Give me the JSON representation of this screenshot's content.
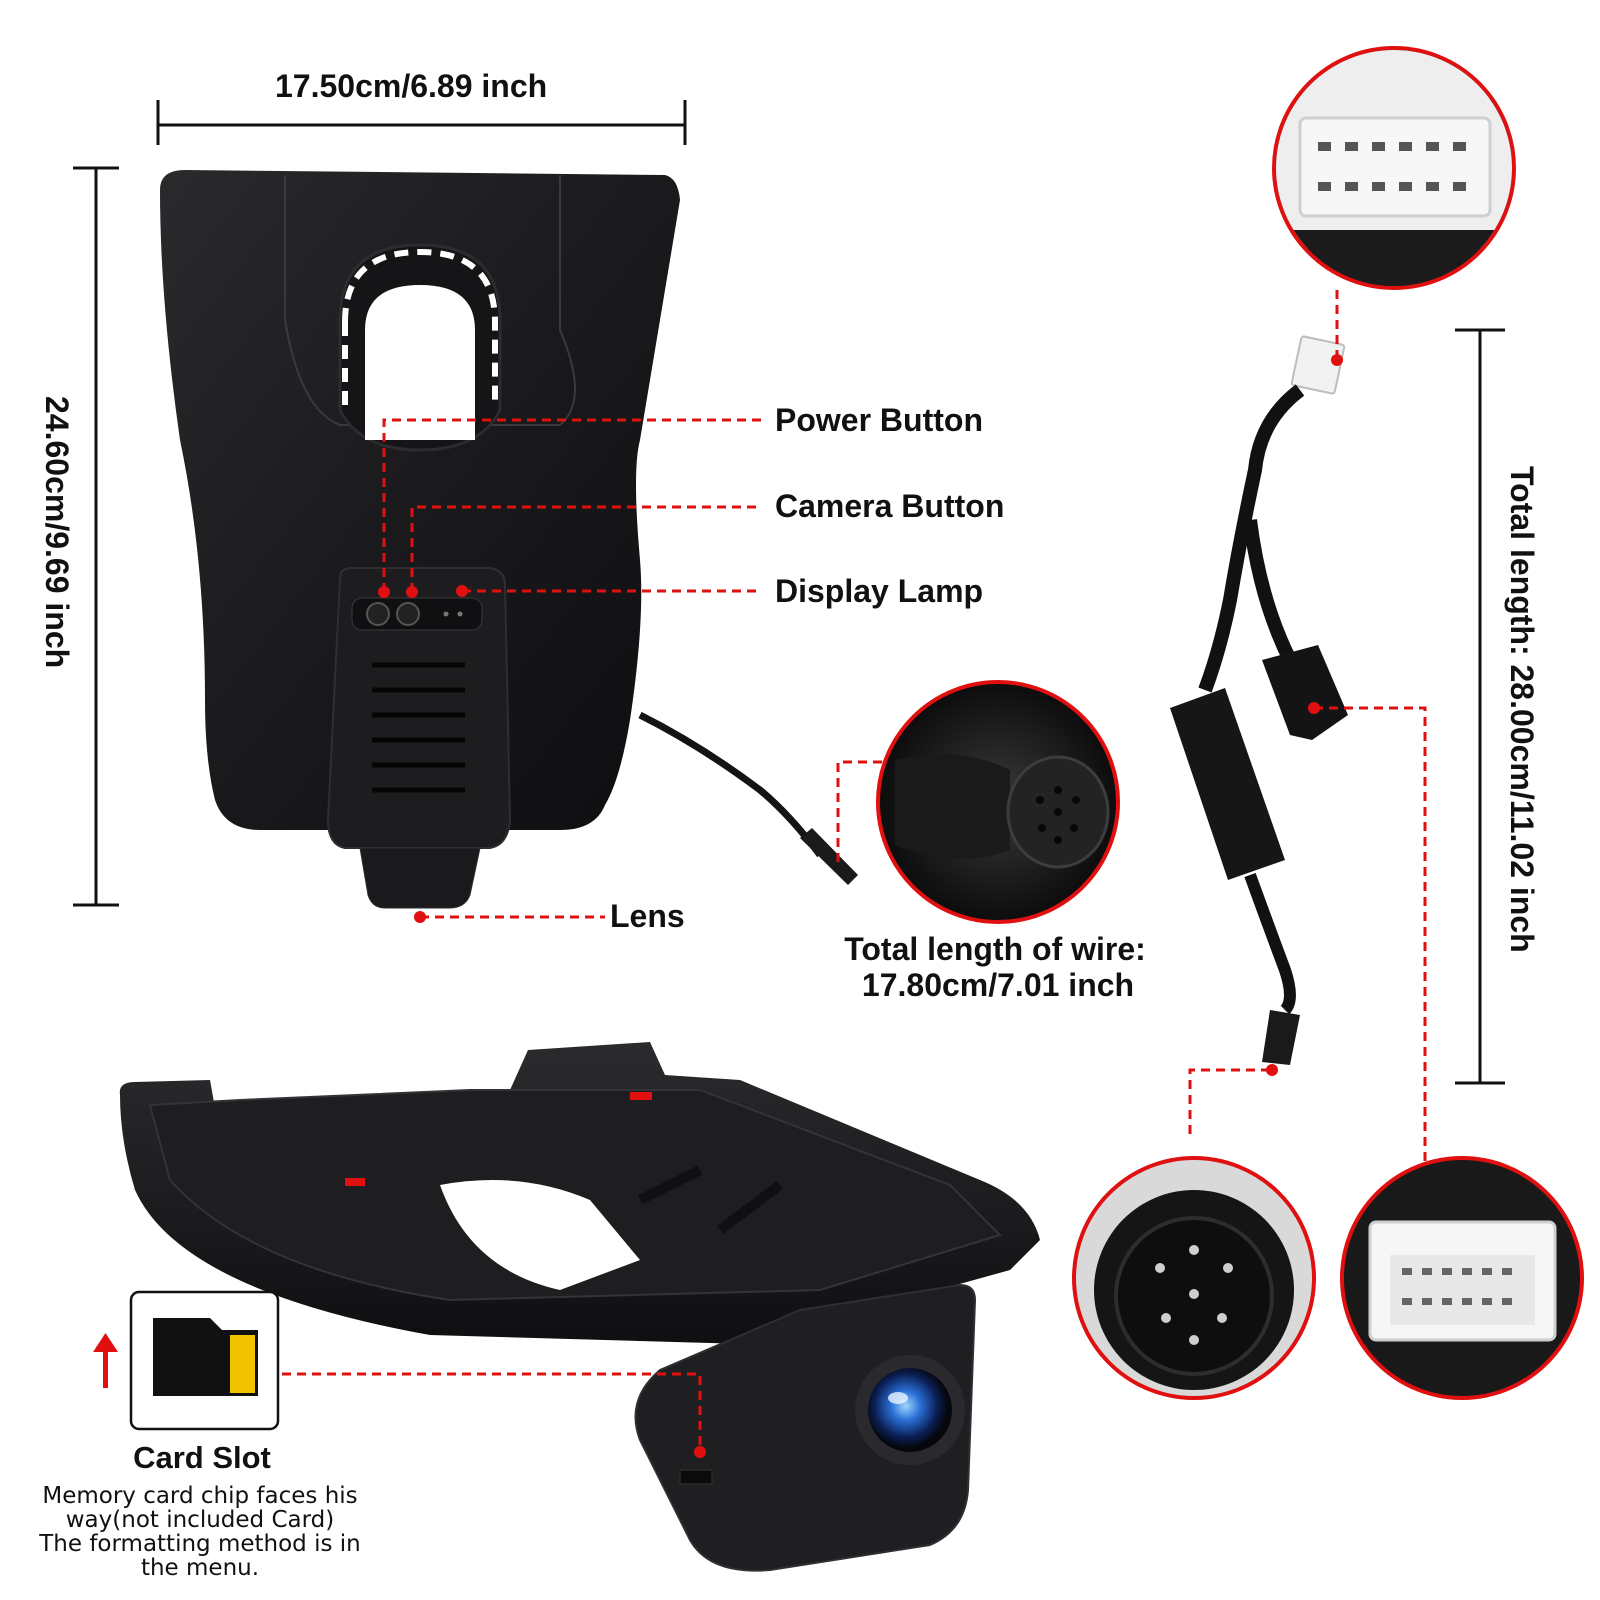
{
  "dimensions": {
    "width_label": "17.50cm/6.89 inch",
    "height_label": "24.60cm/9.69 inch",
    "harness_length_label": "Total length: 28.00cm/11.02 inch"
  },
  "callouts": {
    "power_button": "Power Button",
    "camera_button": "Camera Button",
    "display_lamp": "Display Lamp",
    "lens": "Lens"
  },
  "wire": {
    "line1": "Total length of wire:",
    "line2": "17.80cm/7.01 inch"
  },
  "card": {
    "title": "Card Slot",
    "note_line1": "Memory card chip faces his",
    "note_line2": "way(not included Card)",
    "note_line3": "The formatting method is in",
    "note_line4": "the menu."
  },
  "colors": {
    "accent": "#e01010",
    "device": "#1c1c1e",
    "card_gold": "#f2c400"
  },
  "icons": [
    "power-icon",
    "camera-icon",
    "sd-card-icon",
    "up-arrow-icon"
  ]
}
